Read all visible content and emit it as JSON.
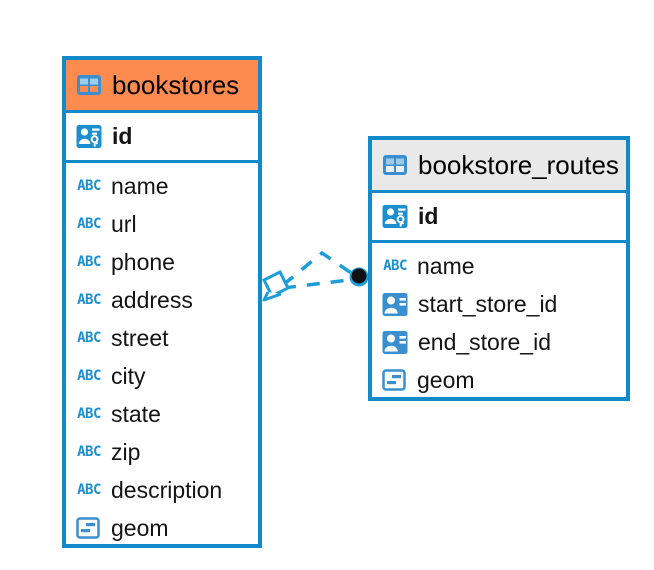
{
  "diagram": {
    "type": "entity-relationship-diagram",
    "title": "bookstores / bookstore_routes ERD",
    "colors": {
      "accent_blue": "#1289c8",
      "icon_blue": "#3a8fd0",
      "header_orange": "#fd8b50",
      "header_gray": "#e9e9e9",
      "text": "#141414",
      "connector": "#1b9dd9",
      "endpoint_dark": "#111111"
    },
    "entities": [
      {
        "id": "bookstores",
        "name": "bookstores",
        "header_style": "orange",
        "icon": "table-icon",
        "primary_key": {
          "name": "id",
          "icon": "primary-key-icon"
        },
        "columns": [
          {
            "name": "name",
            "icon": "text-type-icon",
            "icon_label": "ABC"
          },
          {
            "name": "url",
            "icon": "text-type-icon",
            "icon_label": "ABC"
          },
          {
            "name": "phone",
            "icon": "text-type-icon",
            "icon_label": "ABC"
          },
          {
            "name": "address",
            "icon": "text-type-icon",
            "icon_label": "ABC"
          },
          {
            "name": "street",
            "icon": "text-type-icon",
            "icon_label": "ABC"
          },
          {
            "name": "city",
            "icon": "text-type-icon",
            "icon_label": "ABC"
          },
          {
            "name": "state",
            "icon": "text-type-icon",
            "icon_label": "ABC"
          },
          {
            "name": "zip",
            "icon": "text-type-icon",
            "icon_label": "ABC"
          },
          {
            "name": "description",
            "icon": "text-type-icon",
            "icon_label": "ABC"
          },
          {
            "name": "geom",
            "icon": "geometry-type-icon",
            "icon_label": ""
          }
        ]
      },
      {
        "id": "bookstore_routes",
        "name": "bookstore_routes",
        "header_style": "gray",
        "icon": "table-icon",
        "primary_key": {
          "name": "id",
          "icon": "primary-key-icon"
        },
        "columns": [
          {
            "name": "name",
            "icon": "text-type-icon",
            "icon_label": "ABC"
          },
          {
            "name": "start_store_id",
            "icon": "foreign-key-icon",
            "icon_label": ""
          },
          {
            "name": "end_store_id",
            "icon": "foreign-key-icon",
            "icon_label": ""
          },
          {
            "name": "geom",
            "icon": "geometry-type-icon",
            "icon_label": ""
          }
        ]
      }
    ],
    "relationship": {
      "from": "bookstores",
      "to": "bookstore_routes",
      "line_style": "dashed",
      "source_endpoint": "diamond-open-endpoint",
      "target_endpoint": "filled-circle-endpoint",
      "branches": 2
    }
  }
}
